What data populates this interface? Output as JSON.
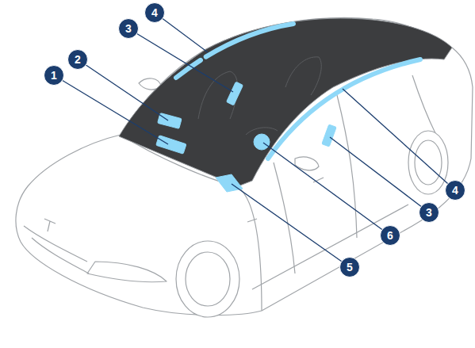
{
  "diagram": {
    "labels": [
      "4",
      "3",
      "2",
      "1",
      "4",
      "3",
      "6",
      "5"
    ]
  }
}
